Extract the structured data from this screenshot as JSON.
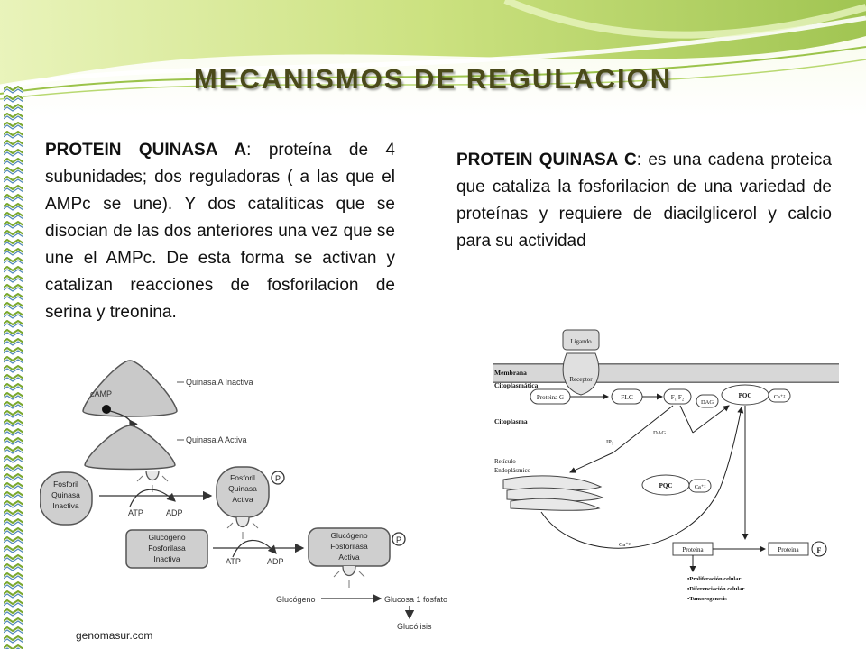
{
  "title": "MECANISMOS DE REGULACION",
  "pka": {
    "heading": "PROTEIN QUINASA  A",
    "body": ": proteína de 4 subunidades; dos reguladoras ( a las que el AMPc se une). Y dos catalíticas que se disocian de las dos anteriores una vez que se une el AMPc. De esta forma se activan y catalizan reacciones de fosforilacion de serina y treonina."
  },
  "pkc": {
    "heading": "PROTEIN QUINASA C",
    "body": ": es una cadena proteica que cataliza  la fosforilacion de una variedad de proteínas y requiere de diacilglicerol  y calcio para su actividad"
  },
  "diagram_a": {
    "inactive_label": "Quinasa A Inactiva",
    "camp_label": "cAMP",
    "active_label": "Quinasa A Activa",
    "fosfo_inactive": [
      "Fosforil",
      "Quinasa",
      "Inactiva"
    ],
    "fosfo_active": [
      "Fosforil",
      "Quinasa",
      "Activa"
    ],
    "atp1": "ATP",
    "adp1": "ADP",
    "gluco_inactive": [
      "Glucógeno",
      "Fosforilasa",
      "Inactiva"
    ],
    "gluco_active": [
      "Glucógeno",
      "Fosforilasa",
      "Activa"
    ],
    "atp2": "ATP",
    "adp2": "ADP",
    "p_badge": "P",
    "glycogen": "Glucógeno",
    "glucose": "Glucosa 1 fosfato",
    "glycolysis": "Glucólisis"
  },
  "diagram_c": {
    "ligando": "Ligando",
    "membrana": "Membrana",
    "citoplasmatica": "Citoplasmática",
    "receptor": "Receptor",
    "proteina_g": "Proteina G",
    "flc": "FLC",
    "f1f2": "F₁ F₂",
    "dag1": "DAG",
    "pqc1": "PQC",
    "ca1": "Ca⁺²",
    "citoplasma": "Citoplasma",
    "ip3": "IP₃",
    "dag2": "DAG",
    "reticulo": "Retículo",
    "endoplasmico": "Endoplásmico",
    "pqc2": "PQC",
    "ca2": "Ca⁺²",
    "ca3": "Ca⁺²",
    "proteina1": "Proteina",
    "proteina2": "Proteina",
    "f_badge": "F",
    "outcomes": [
      "•Proliferación celular",
      "•Diferenciación celular",
      "•Tumorogenesis"
    ]
  },
  "footer": "genomasur.com",
  "colors": {
    "title": "#4a4a1a",
    "green_light": "#c8e07a",
    "green_dark": "#6f9a2a"
  }
}
